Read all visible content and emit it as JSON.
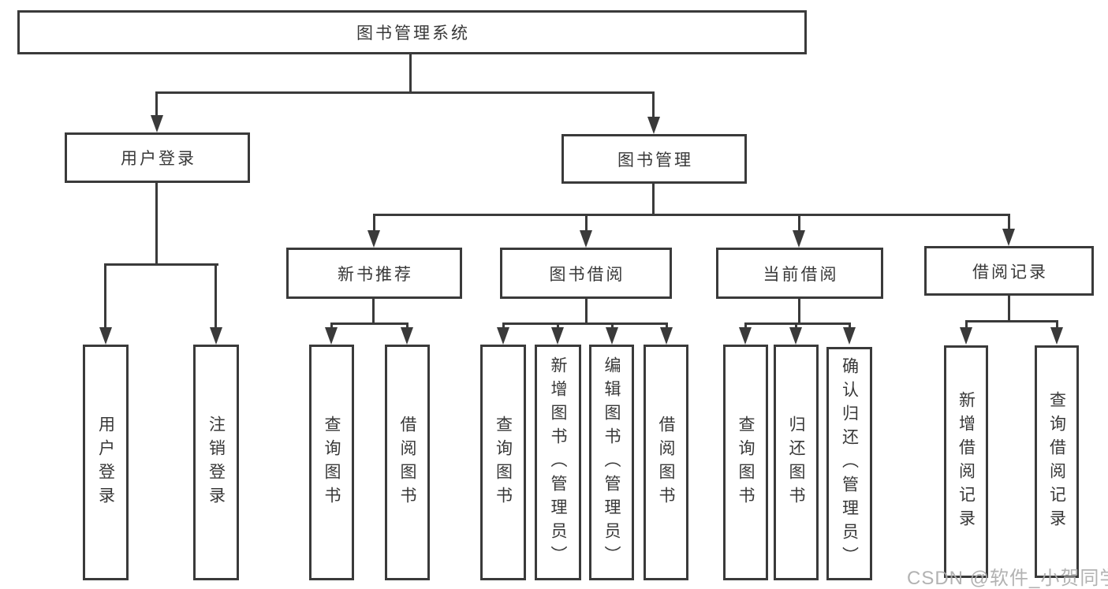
{
  "diagram": {
    "type": "tree",
    "nodes": {
      "root": "图书管理系统",
      "level1": [
        "用户登录",
        "图书管理"
      ],
      "level2": [
        "新书推荐",
        "图书借阅",
        "当前借阅",
        "借阅记录"
      ]
    },
    "leaves": {
      "user_login": [
        "用户登录",
        "注销登录"
      ],
      "new_book": [
        "查询图书",
        "借阅图书"
      ],
      "book_borrow": [
        "查询图书",
        "新增图书（管理员）",
        "编辑图书（管理员）",
        "借阅图书"
      ],
      "current_borrow": [
        "查询图书",
        "归还图书",
        "确认归还（管理员）"
      ],
      "borrow_record": [
        "新增借阅记录",
        "查询借阅记录"
      ]
    },
    "edges": [
      [
        "图书管理系统",
        "用户登录"
      ],
      [
        "图书管理系统",
        "图书管理"
      ],
      [
        "用户登录",
        "用户登录"
      ],
      [
        "用户登录",
        "注销登录"
      ],
      [
        "图书管理",
        "新书推荐"
      ],
      [
        "图书管理",
        "图书借阅"
      ],
      [
        "图书管理",
        "当前借阅"
      ],
      [
        "图书管理",
        "借阅记录"
      ],
      [
        "新书推荐",
        "查询图书"
      ],
      [
        "新书推荐",
        "借阅图书"
      ],
      [
        "图书借阅",
        "查询图书"
      ],
      [
        "图书借阅",
        "新增图书（管理员）"
      ],
      [
        "图书借阅",
        "编辑图书（管理员）"
      ],
      [
        "图书借阅",
        "借阅图书"
      ],
      [
        "当前借阅",
        "查询图书"
      ],
      [
        "当前借阅",
        "归还图书"
      ],
      [
        "当前借阅",
        "确认归还（管理员）"
      ],
      [
        "借阅记录",
        "新增借阅记录"
      ],
      [
        "借阅记录",
        "查询借阅记录"
      ]
    ],
    "colors": {
      "line": "#3a3a3a",
      "box_border": "#3a3a3a",
      "box_fill": "#ffffff",
      "text": "#383838",
      "watermark": "#ababab",
      "background": "#ffffff"
    }
  },
  "watermark": {
    "text": "CSDN @软件_小贺同学"
  }
}
